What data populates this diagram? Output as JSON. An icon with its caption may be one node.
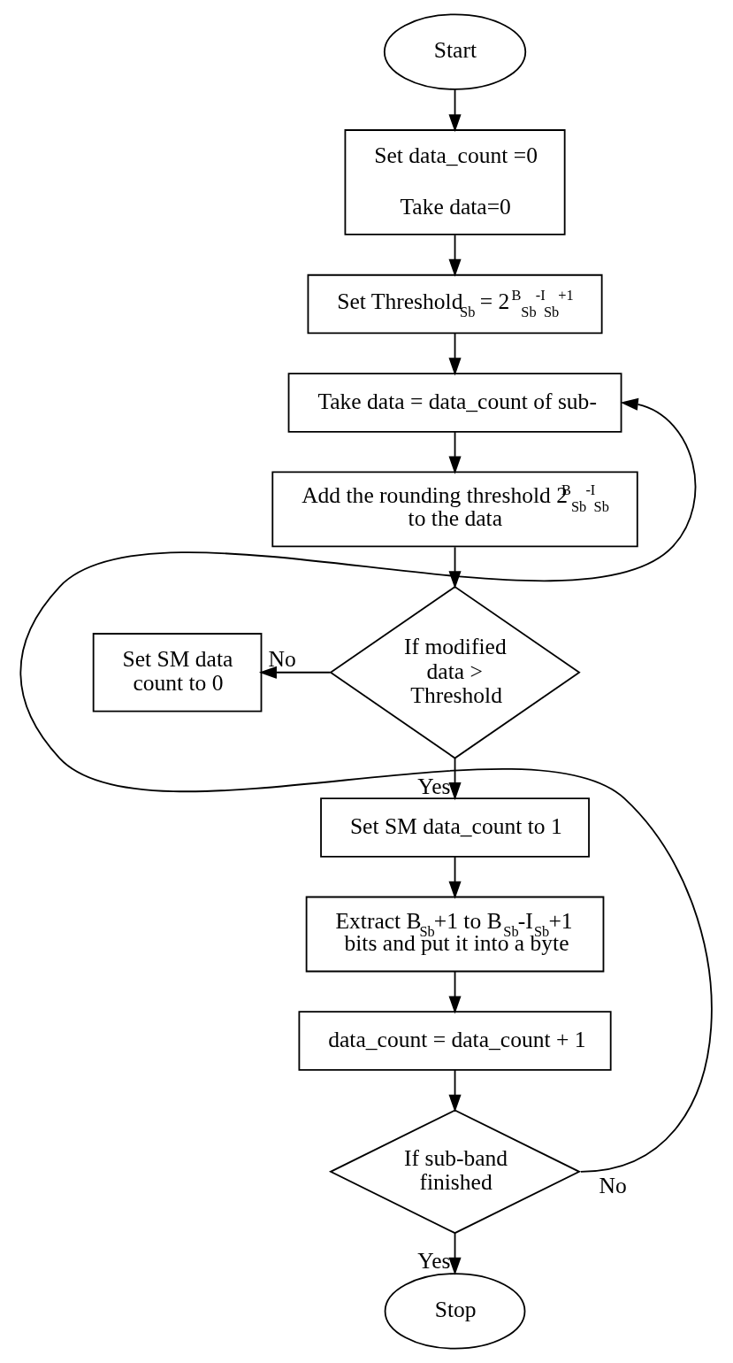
{
  "diagram": {
    "nodes": [
      {
        "text": [
          "Start"
        ]
      },
      {
        "text": [
          "Set data_count =0",
          "Take data=0"
        ]
      },
      {
        "text": [
          "Set Threshold$_{Sb}$ = 2$^{B}$$_{Sb}$$^{-I}$$_{Sb}$$^{+1}$"
        ]
      },
      {
        "text": [
          "Take data = data_count of sub-"
        ]
      },
      {
        "text": [
          "Add the rounding threshold 2$^{B}$$_{Sb}$$^{-I}$$_{Sb}$ to the data"
        ]
      },
      {
        "text": [
          "If modified data > Threshold"
        ]
      },
      {
        "text": [
          "Set SM data count to 0"
        ]
      },
      {
        "text": [
          "Set SM data_count to 1"
        ]
      },
      {
        "text": [
          "Extract B$_{Sb}$+1 to B$_{Sb}$-I$_{Sb}$+1 bits and put it into a byte"
        ]
      },
      {
        "text": [
          "data_count = data_count + 1"
        ]
      },
      {
        "text": [
          "If sub-band finished"
        ]
      },
      {
        "text": [
          "Stop"
        ]
      }
    ],
    "edges": [
      {
        "from": 0,
        "to": 1,
        "arrow": "to"
      },
      {
        "from": 1,
        "to": 2,
        "arrow": "to"
      },
      {
        "from": 2,
        "to": 3,
        "arrow": "to"
      },
      {
        "from": 3,
        "to": 4,
        "arrow": "to"
      },
      {
        "from": 4,
        "to": 5,
        "arrow": "to"
      },
      {
        "from": 5,
        "to": 6,
        "arrow": "to",
        "label": "No"
      },
      {
        "from": 5,
        "to": 7,
        "arrow": "to",
        "label": "Yes"
      },
      {
        "from": 7,
        "to": 8,
        "arrow": "to"
      },
      {
        "from": 8,
        "to": 9,
        "arrow": "to"
      },
      {
        "from": 9,
        "to": 10,
        "arrow": "to"
      },
      {
        "from": 10,
        "to": 3,
        "arrow": "to",
        "label": "No"
      },
      {
        "from": 10,
        "to": 11,
        "arrow": "to",
        "label": "Yes"
      }
    ]
  }
}
